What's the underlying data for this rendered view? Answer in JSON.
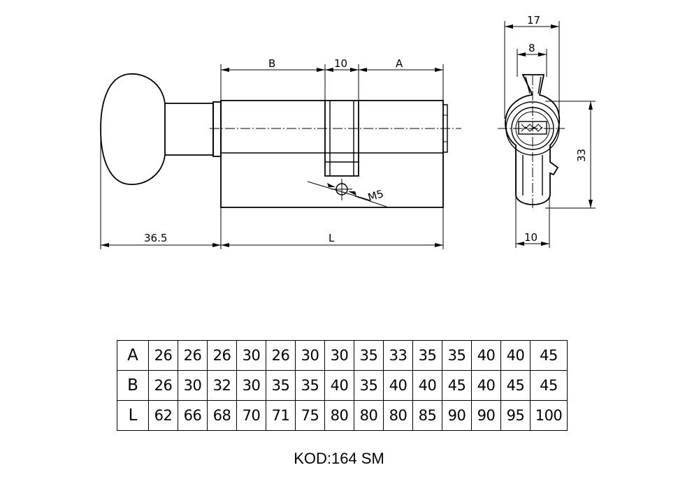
{
  "side_view": {
    "dim_b": "B",
    "dim_10": "10",
    "dim_a": "A",
    "dim_m5": "M5",
    "dim_knob": "36.5",
    "dim_l": "L"
  },
  "end_view": {
    "dim_17": "17",
    "dim_8": "8",
    "dim_33": "33",
    "dim_10": "10"
  },
  "table": {
    "rows": [
      {
        "label": "A",
        "values": [
          "26",
          "26",
          "26",
          "30",
          "26",
          "30",
          "30",
          "35",
          "33",
          "35",
          "35",
          "40",
          "40",
          "45"
        ]
      },
      {
        "label": "B",
        "values": [
          "26",
          "30",
          "32",
          "30",
          "35",
          "35",
          "40",
          "35",
          "40",
          "40",
          "45",
          "40",
          "45",
          "45"
        ]
      },
      {
        "label": "L",
        "values": [
          "62",
          "66",
          "68",
          "70",
          "71",
          "75",
          "80",
          "80",
          "80",
          "85",
          "90",
          "90",
          "95",
          "100"
        ]
      }
    ]
  },
  "product_code": "KOD:164 SM"
}
